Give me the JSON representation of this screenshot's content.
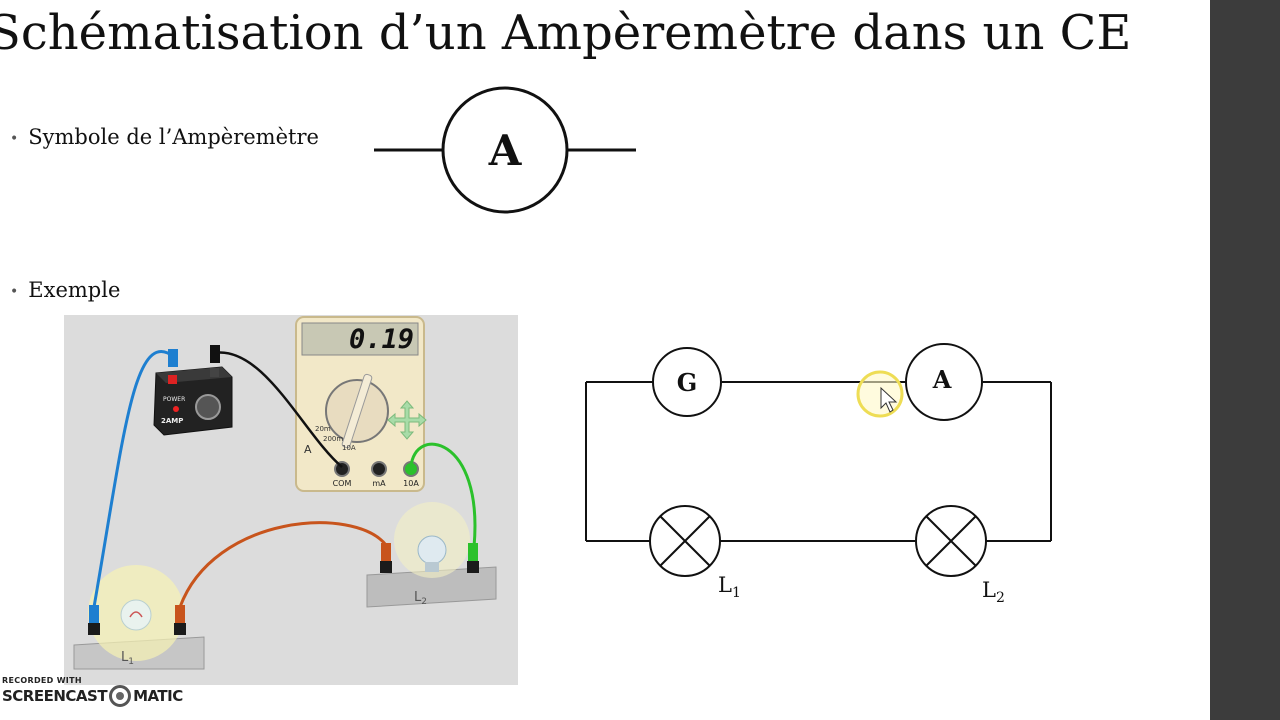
{
  "slide": {
    "title": "Schématisation d’un Ampèremètre dans un CE",
    "bullet_symbol": "Symbole de l’Ampèremètre",
    "bullet_example": "Exemple",
    "bullet_icon": "bullet-dot"
  },
  "symbol": {
    "letter": "A"
  },
  "simulation": {
    "display_reading": "0.19",
    "supply_power_label": "POWER",
    "supply_rating_label": "2AMP",
    "meter_ranges": [
      "20m",
      "200m",
      "10A"
    ],
    "meter_mode": "A",
    "jack_labels": [
      "COM",
      "mA",
      "10A"
    ],
    "bulb_labels": [
      "L",
      "L"
    ],
    "bulb_subscripts": [
      "1",
      "2"
    ],
    "wire_colors": {
      "blue": "#1e7fd0",
      "black": "#111111",
      "green": "#2bc12b",
      "orange": "#c8541c"
    }
  },
  "circuit": {
    "generator_label": "G",
    "ammeter_label": "A",
    "lamp1_label": "L",
    "lamp1_sub": "1",
    "lamp2_label": "L",
    "lamp2_sub": "2"
  },
  "watermark": {
    "line1": "RECORDED WITH",
    "line2a": "SCREENCAST",
    "line2b": "MATIC"
  }
}
